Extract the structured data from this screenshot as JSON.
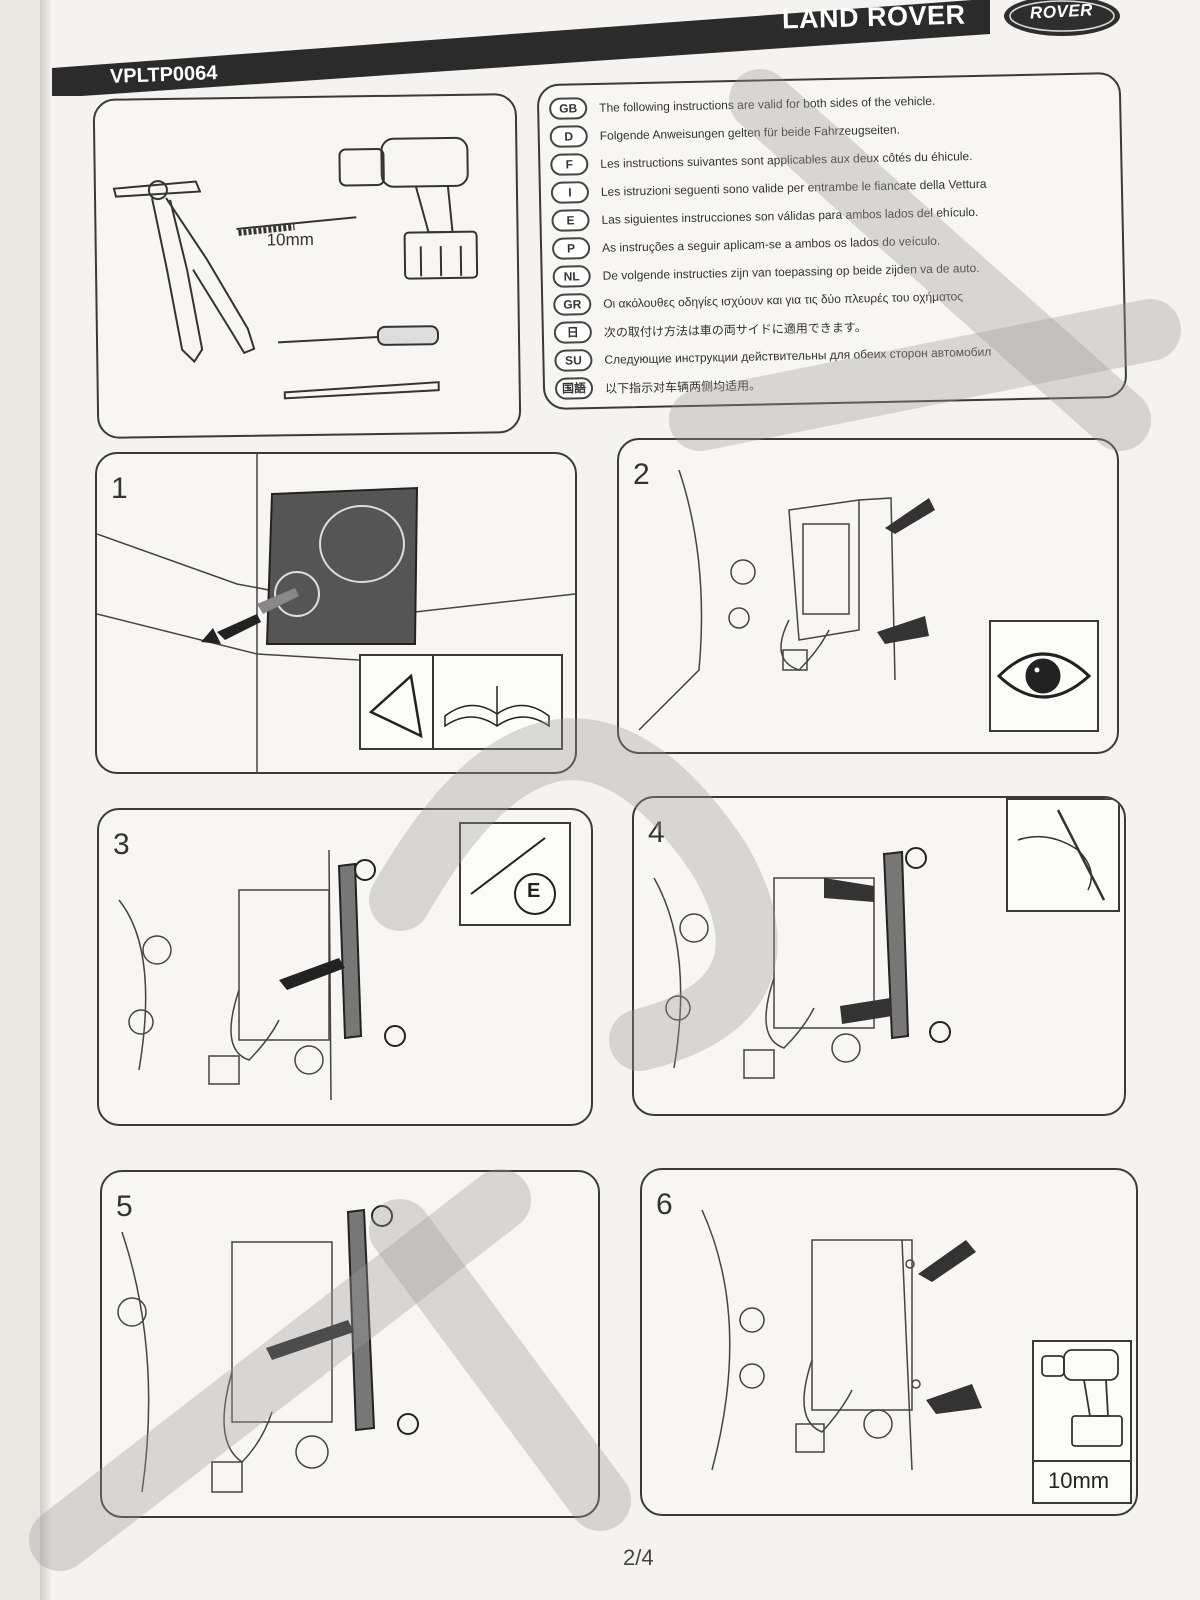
{
  "header": {
    "brand": "LAND ROVER",
    "logo_text": "ROVER",
    "doc_code": "VPLTP0064"
  },
  "tools": {
    "drill_bit_size": "10mm"
  },
  "instructions": [
    {
      "code": "GB",
      "text": "The following instructions are valid for both sides of the vehicle."
    },
    {
      "code": "D",
      "text": "Folgende Anweisungen gelten für beide Fahrzeugseiten."
    },
    {
      "code": "F",
      "text": "Les instructions suivantes sont applicables aux deux côtés du éhicule."
    },
    {
      "code": "I",
      "text": "Les istruzioni seguenti sono valide per entrambe le fiancate della Vettura"
    },
    {
      "code": "E",
      "text": "Las siguientes instrucciones son válidas para ambos lados del ehículo."
    },
    {
      "code": "P",
      "text": "As instruções a seguir aplicam-se a ambos os lados do veículo."
    },
    {
      "code": "NL",
      "text": "De volgende instructies zijn van toepassing op beide zijden va de auto."
    },
    {
      "code": "GR",
      "text": "Οι ακόλουθες οδηγίες ισχύουν και για τις δύο πλευρές του οχήματος"
    },
    {
      "code": "日",
      "text": "次の取付け方法は車の両サイドに適用できます。"
    },
    {
      "code": "SU",
      "text": "Следующие инструкции действительны для обеих сторон автомобил"
    },
    {
      "code": "国語",
      "text": "以下指示对车辆两侧均适用。"
    }
  ],
  "steps": [
    {
      "number": "1"
    },
    {
      "number": "2"
    },
    {
      "number": "3",
      "badge": "E"
    },
    {
      "number": "4"
    },
    {
      "number": "5"
    },
    {
      "number": "6",
      "inset_label": "10mm"
    }
  ],
  "footer": {
    "page": "2/4"
  }
}
